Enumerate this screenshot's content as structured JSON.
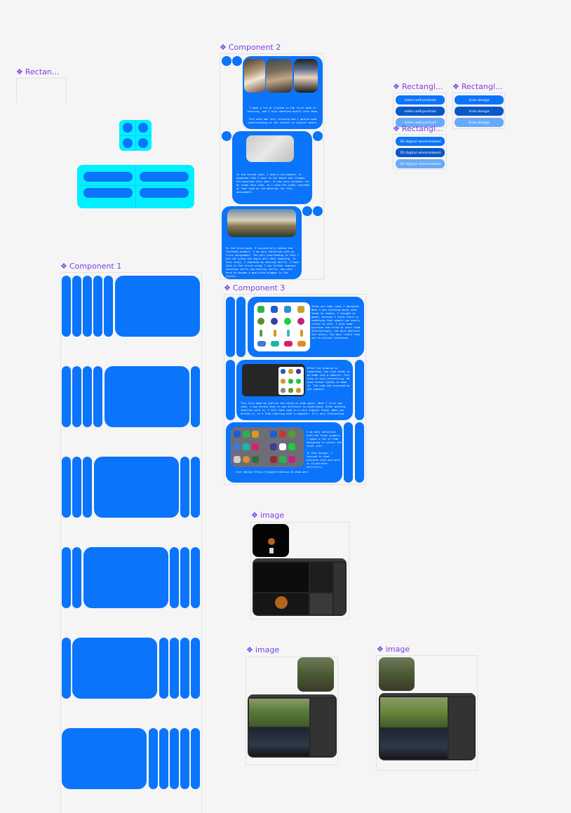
{
  "labels": {
    "rect_left": "Rectan...",
    "component2": "Component 2",
    "rect_a": "Rectangl...",
    "rect_b": "Rectangl...",
    "rect_c": "Rectangl...",
    "component1": "Component 1",
    "component3": "Component 3",
    "image1": "image",
    "image2": "image",
    "image3": "image"
  },
  "buttons": {
    "video": "video self-portrait",
    "icon": "Icon design",
    "env": "3D digital environment"
  },
  "component2": {
    "text1a": "I made a lot of friends in the first week of learning, and I also observed myself with them.",
    "text1b": "This week was very relaxing and I gained some understanding of the subject of digital media.",
    "text2": "In the second week, I drew a storyboard. It happened that I went to the beach and climbed the mountain this year. It was very suitable for my study this time, so I used the video recorded at that time as the material for this assignment.",
    "text3": "In the third week, I successfully edited the finished product. I am very satisfied with my first assignment. The only shortcoming is that I did not grasp the angle well when shooting. In this study, I improved my editing skills. I hope that in the future study I can further improve shooting skills and editing skills, and work hard to become a qualified blogger in the future."
  },
  "component3": {
    "text1": "These are some icons I designed. When I was thinking about what theme to choose, I thought of games, because I think there is something that people can easily relate to with. I drew some pictures and tried to color them. Interestingly, the more abstract the colors, the more likely they are to attract attention.",
    "text2a": "After the drawing is completed, the icon needs to be made into a website. This step is very interesting. We used Visual studio to make it. The code was provided by the teacher.",
    "text2b": "This also made me realize the charm of code again. When I first saw code, I was afraid that it was difficult to understand. After getting familiar with it, I felt that code is a very logical thing. When you divide it, it's like chatting with a computer. It's very interesting.",
    "text3a": "I am very satisfied with the final product. I spent a lot of time designing to select the final icon.",
    "text3b": "In this design, I learned to draw pictures with pen work in Illustrator skillfully.",
    "link": "Icon design https://leopard-edition-15.dsaa.dev/"
  },
  "colors": {
    "primary": "#0a74fb",
    "dark": "#0958c9",
    "light": "#69a9f9",
    "cyan": "#00f0ff",
    "label": "#7b3fe4",
    "background": "#f5f5f5"
  }
}
